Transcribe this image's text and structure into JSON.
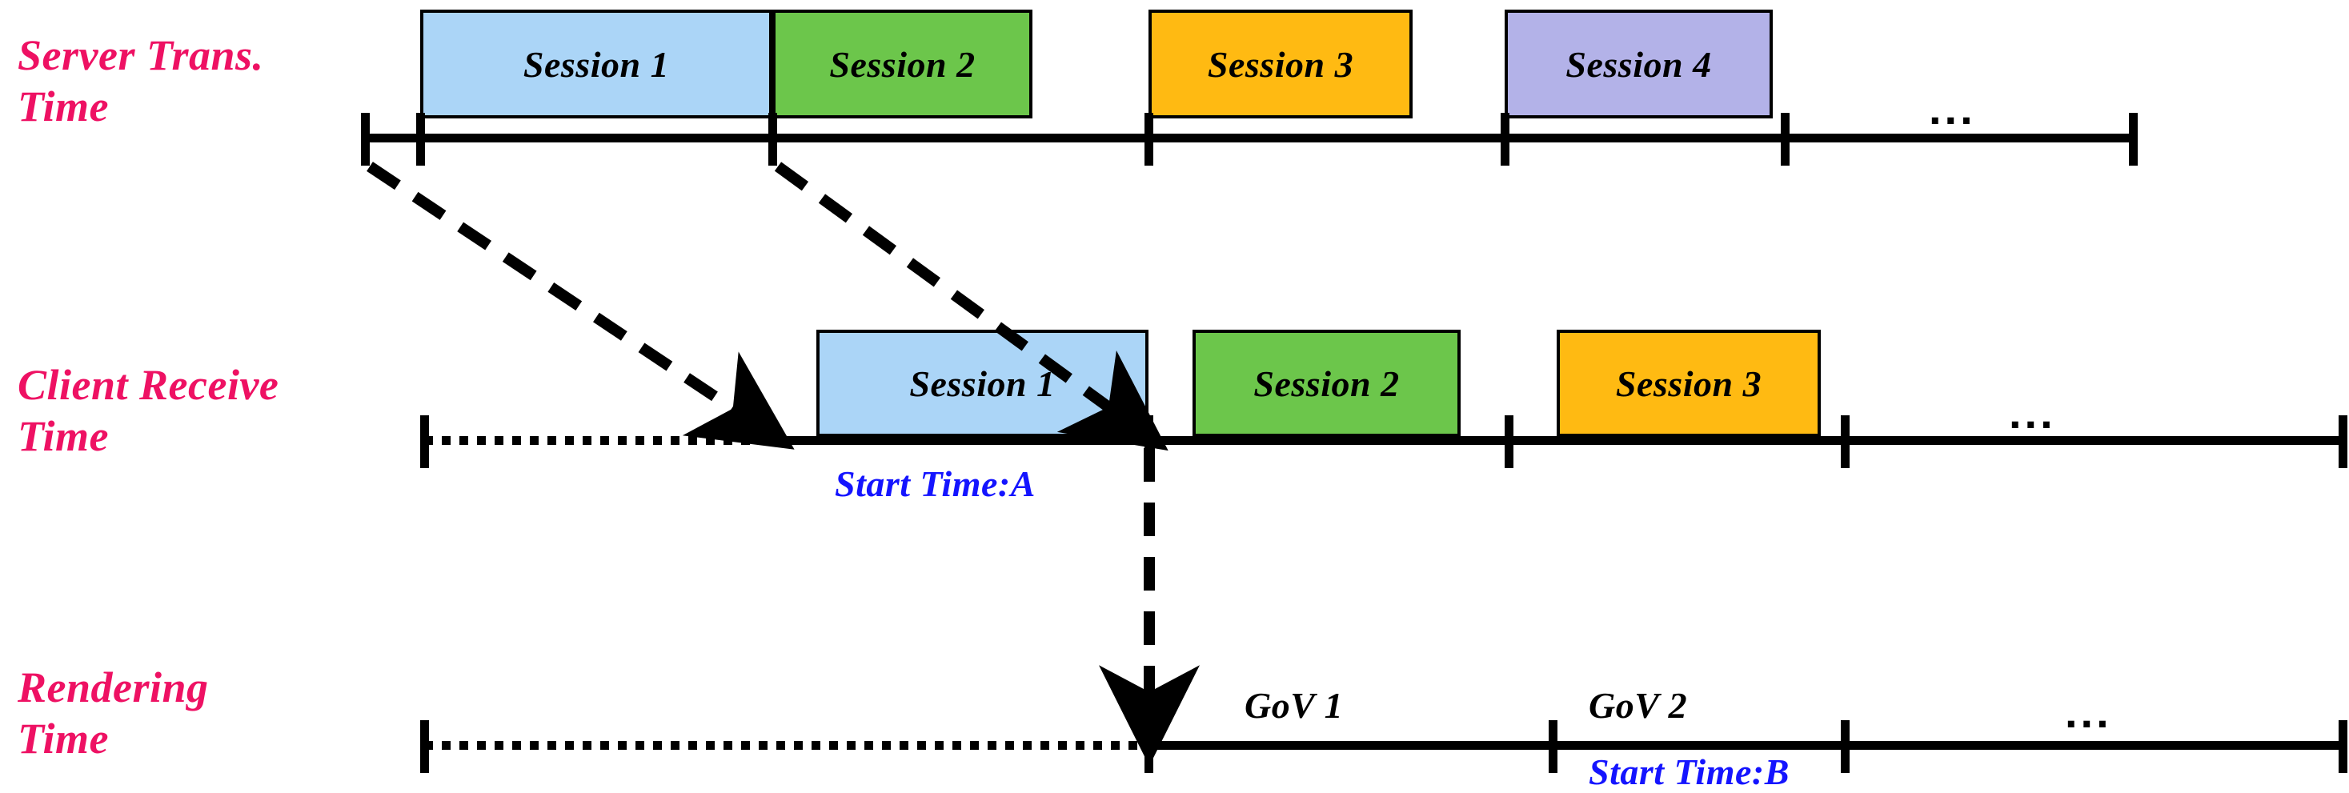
{
  "diagram": {
    "title": "Server transmission, client receive and rendering timeline",
    "background": "#ffffff",
    "label_color": "#ee1163",
    "note_color": "#1414ff",
    "axis_color": "#000000",
    "ellipsis": "..."
  },
  "rows": [
    {
      "id": "server-trans-time",
      "label": "Server Trans.\nTime",
      "ellipsis": "...",
      "boxes": [
        {
          "label": "Session 1",
          "color": "#ABD5F7",
          "color_name": "light-blue"
        },
        {
          "label": "Session 2",
          "color": "#6CC64B",
          "color_name": "green"
        },
        {
          "label": "Session 3",
          "color": "#FFBA12",
          "color_name": "orange"
        },
        {
          "label": "Session 4",
          "color": "#B3B2E8",
          "color_name": "purple"
        }
      ]
    },
    {
      "id": "client-receive-time",
      "label": "Client Receive\nTime",
      "ellipsis": "...",
      "boxes": [
        {
          "label": "Session 1",
          "color": "#ABD5F7",
          "color_name": "light-blue"
        },
        {
          "label": "Session 2",
          "color": "#6CC64B",
          "color_name": "green"
        },
        {
          "label": "Session 3",
          "color": "#FFBA12",
          "color_name": "orange"
        }
      ],
      "note": "Start Time:A"
    },
    {
      "id": "rendering-time",
      "label": "Rendering\nTime",
      "ellipsis": "...",
      "segments": [
        {
          "label": "GoV 1"
        },
        {
          "label": "GoV 2"
        }
      ],
      "note": "Start Time:B"
    }
  ]
}
